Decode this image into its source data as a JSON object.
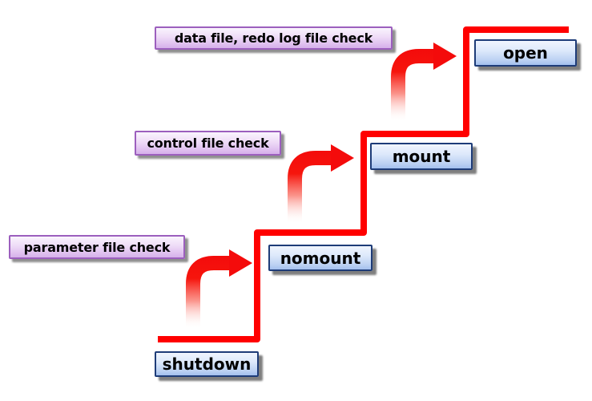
{
  "diagram": {
    "type": "staircase-flow",
    "stages": [
      {
        "label": "shutdown"
      },
      {
        "label": "nomount"
      },
      {
        "label": "mount"
      },
      {
        "label": "open"
      }
    ],
    "checks": [
      {
        "label": "parameter file check"
      },
      {
        "label": "control file check"
      },
      {
        "label": "data file, redo log file check"
      }
    ],
    "colors": {
      "staircase_line": "#ff0000",
      "arrow": "#f40b0b",
      "stage_border": "#1e3c78",
      "stage_fill_top": "#f0f5fe",
      "stage_fill_bottom": "#a3bfee",
      "check_border": "#9c5fbe",
      "check_fill_top": "#faf4fd",
      "check_fill_bottom": "#d5b0ea",
      "shadow": "#696969",
      "background": "#ffffff",
      "text": "#000000"
    }
  }
}
